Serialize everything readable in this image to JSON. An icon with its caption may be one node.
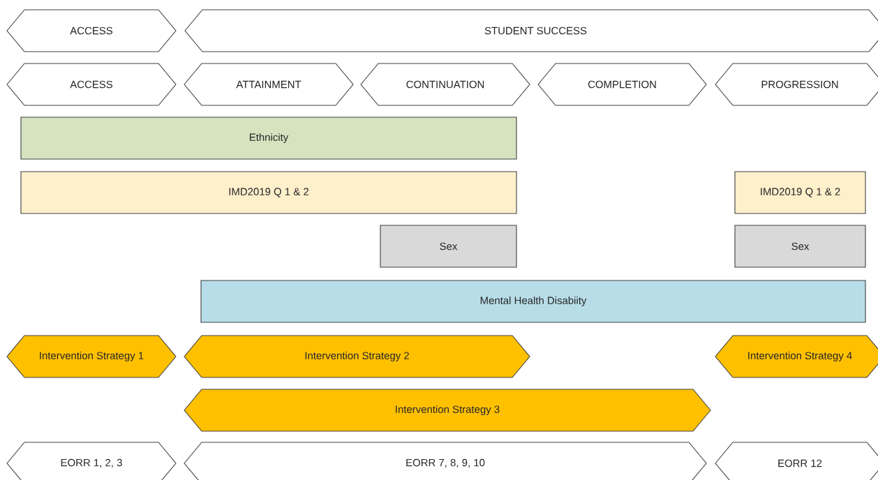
{
  "diagram": {
    "nodes": [
      {
        "text": [
          "ACCESS"
        ]
      },
      {
        "text": [
          "STUDENT SUCCESS"
        ]
      },
      {
        "text": [
          "ACCESS"
        ]
      },
      {
        "text": [
          "ATTAINMENT"
        ]
      },
      {
        "text": [
          "CONTINUATION"
        ]
      },
      {
        "text": [
          "COMPLETION"
        ]
      },
      {
        "text": [
          "PROGRESSION"
        ]
      },
      {
        "text": [
          "Ethnicity"
        ]
      },
      {
        "text": [
          "IMD2019 Q 1 & 2"
        ]
      },
      {
        "text": [
          "IMD2019 Q 1 & 2"
        ]
      },
      {
        "text": [
          "Sex"
        ]
      },
      {
        "text": [
          "Sex"
        ]
      },
      {
        "text": [
          "Mental Health Disabiity"
        ]
      },
      {
        "text": [
          "Intervention Strategy 1"
        ]
      },
      {
        "text": [
          "Intervention Strategy 2"
        ]
      },
      {
        "text": [
          "Intervention Strategy 4"
        ]
      },
      {
        "text": [
          "Intervention Strategy 3"
        ]
      },
      {
        "text": [
          "EORR 1, 2, 3"
        ]
      },
      {
        "text": [
          "EORR 7, 8, 9, 10"
        ]
      },
      {
        "text": [
          "EORR 12"
        ]
      }
    ]
  }
}
